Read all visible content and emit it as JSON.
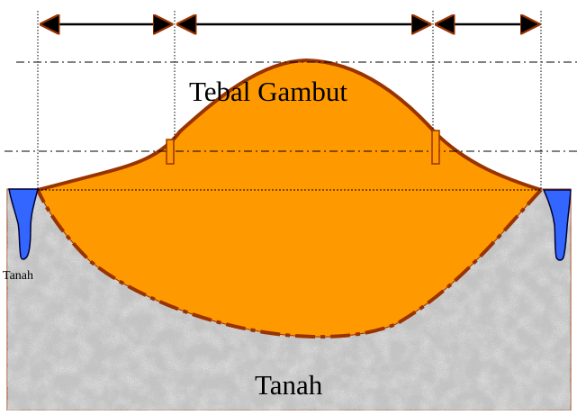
{
  "labels": {
    "peat_thickness": "Tebal Gambut",
    "soil_left": "Tanah",
    "soil_bottom": "Tanah"
  },
  "colors": {
    "peat_fill": "#ff9900",
    "peat_outline": "#993300",
    "water": "#3366ff",
    "soil": "#c8c8c8",
    "background": "#ffffff",
    "lines": "#000000"
  },
  "icons": {
    "dimension_arrows": "double-headed-arrow-icon"
  }
}
